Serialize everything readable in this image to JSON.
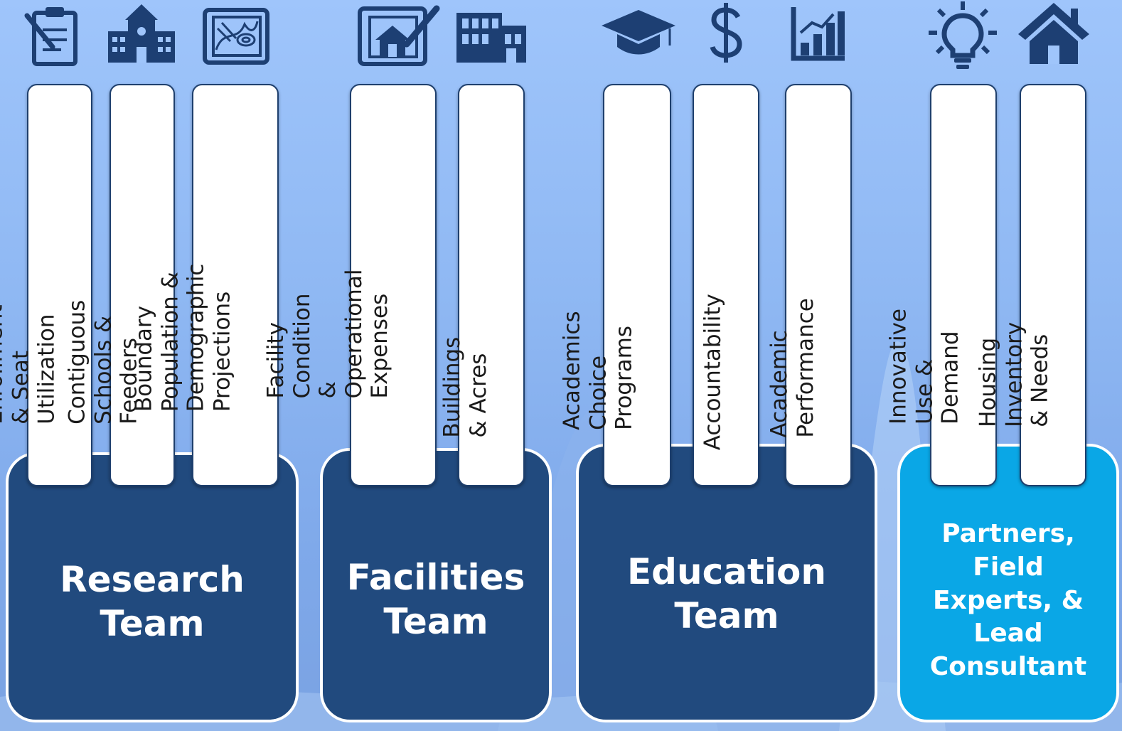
{
  "colors": {
    "background_top": "#9fc5fb",
    "team_navy": "#214a7e",
    "partners_cyan": "#0aa7e6",
    "icon_navy": "#1d3f73",
    "tab_white": "#ffffff"
  },
  "icons": [
    "clipboard-icon",
    "school-building-icon",
    "blueprint-map-icon",
    "blueprint-house-icon",
    "factory-building-icon",
    "graduation-cap-icon",
    "dollar-sign-icon",
    "bar-chart-icon",
    "lightbulb-icon",
    "house-icon"
  ],
  "teams": [
    {
      "label": "Research\nTeam"
    },
    {
      "label": "Facilities\nTeam"
    },
    {
      "label": "Education\nTeam"
    },
    {
      "label": "Partners,\nField\nExperts, &\nLead\nConsultant"
    }
  ],
  "tabs": [
    {
      "label": "Enrollment & Seat Utilization"
    },
    {
      "label": "Contiguous Schools & Feeders"
    },
    {
      "label": "Boundary Population &\nDemographic Projections"
    },
    {
      "label": "Facility Condition &\nOperational Expenses"
    },
    {
      "label": "Buildings & Acres"
    },
    {
      "label": "Academics Choice Programs"
    },
    {
      "label": "Accountability"
    },
    {
      "label": "Academic Performance"
    },
    {
      "label": "Innovative Use & Demand"
    },
    {
      "label": "Housing Inventory & Needs"
    }
  ]
}
